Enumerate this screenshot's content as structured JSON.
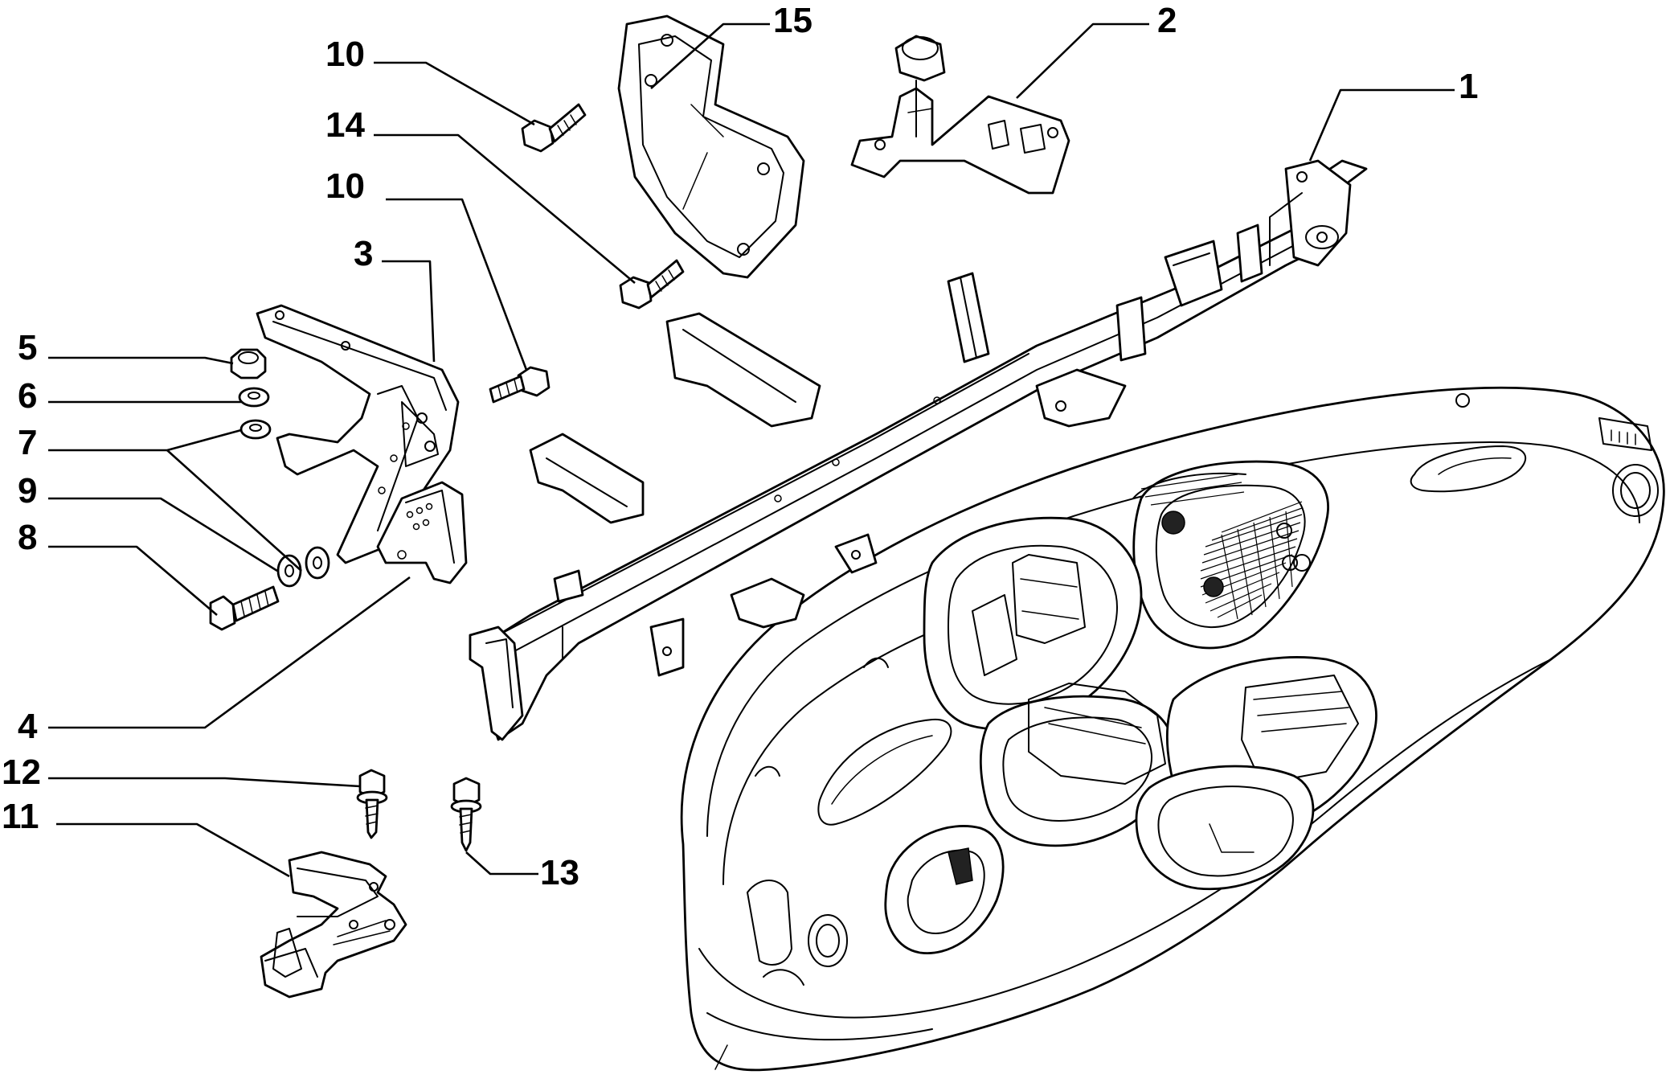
{
  "diagram": {
    "callouts": [
      {
        "id": "c15",
        "label": "15"
      },
      {
        "id": "c2",
        "label": "2"
      },
      {
        "id": "c1",
        "label": "1"
      },
      {
        "id": "c10a",
        "label": "10"
      },
      {
        "id": "c14",
        "label": "14"
      },
      {
        "id": "c10b",
        "label": "10"
      },
      {
        "id": "c3",
        "label": "3"
      },
      {
        "id": "c5",
        "label": "5"
      },
      {
        "id": "c6",
        "label": "6"
      },
      {
        "id": "c7",
        "label": "7"
      },
      {
        "id": "c9",
        "label": "9"
      },
      {
        "id": "c8",
        "label": "8"
      },
      {
        "id": "c4",
        "label": "4"
      },
      {
        "id": "c12",
        "label": "12"
      },
      {
        "id": "c11",
        "label": "11"
      },
      {
        "id": "c13",
        "label": "13"
      }
    ],
    "parts": [
      "crossmember-beam",
      "bracket-2",
      "bracket-3",
      "bracket-4",
      "nut-5",
      "washer-6",
      "washer-7",
      "bolt-8",
      "washer-9",
      "bolt-10",
      "bracket-11",
      "screw-12",
      "screw-13",
      "bolt-14",
      "plate-15",
      "dashboard-panel"
    ]
  }
}
